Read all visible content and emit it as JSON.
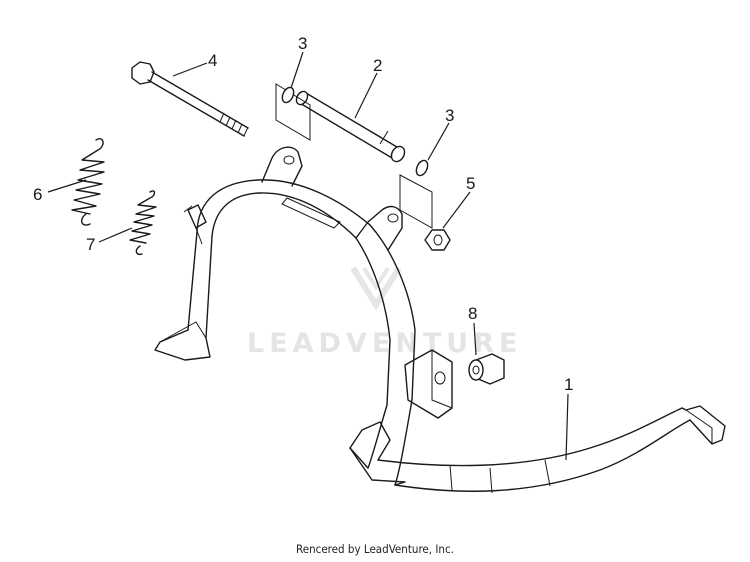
{
  "watermark": {
    "text": "LEADVENTURE"
  },
  "credit": {
    "text": "Rencered by LeadVenture, Inc."
  },
  "callouts": {
    "c1": "1",
    "c2": "2",
    "c3a": "3",
    "c3b": "3",
    "c4": "4",
    "c5": "5",
    "c6": "6",
    "c7": "7",
    "c8": "8"
  },
  "colors": {
    "line": "#1a1a1a",
    "watermark": "#e4e4e4",
    "background": "#ffffff"
  }
}
